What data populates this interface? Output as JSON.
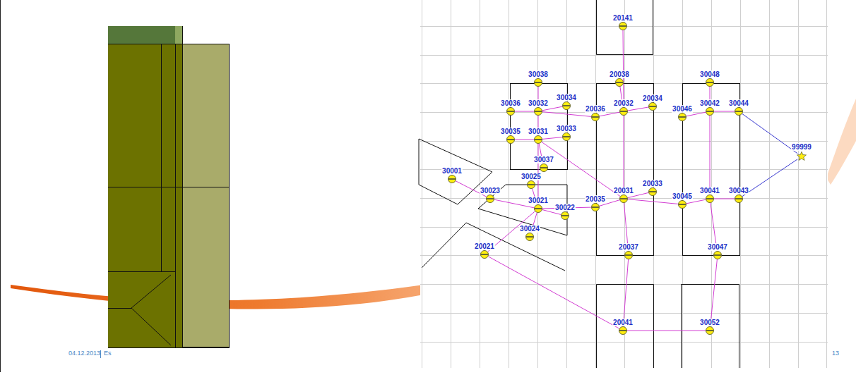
{
  "diagram": {
    "nodes": [
      {
        "text": [
          "20141"
        ]
      },
      {
        "text": [
          "30038"
        ]
      },
      {
        "text": [
          "20038"
        ]
      },
      {
        "text": [
          "30048"
        ]
      },
      {
        "text": [
          "30036"
        ]
      },
      {
        "text": [
          "30032"
        ]
      },
      {
        "text": [
          "30034"
        ]
      },
      {
        "text": [
          "20036"
        ]
      },
      {
        "text": [
          "20032"
        ]
      },
      {
        "text": [
          "20034"
        ]
      },
      {
        "text": [
          "30046"
        ]
      },
      {
        "text": [
          "30042"
        ]
      },
      {
        "text": [
          "30044"
        ]
      },
      {
        "text": [
          "30035"
        ]
      },
      {
        "text": [
          "30031"
        ]
      },
      {
        "text": [
          "30033"
        ]
      },
      {
        "text": [
          "99999"
        ]
      },
      {
        "text": [
          "30037"
        ]
      },
      {
        "text": [
          "30001"
        ]
      },
      {
        "text": [
          "30025"
        ]
      },
      {
        "text": [
          "30023"
        ]
      },
      {
        "text": [
          "20033"
        ]
      },
      {
        "text": [
          "20031"
        ]
      },
      {
        "text": [
          "30041"
        ]
      },
      {
        "text": [
          "30043"
        ]
      },
      {
        "text": [
          "30045"
        ]
      },
      {
        "text": [
          "20035"
        ]
      },
      {
        "text": [
          "30021"
        ]
      },
      {
        "text": [
          "30022"
        ]
      },
      {
        "text": [
          "30024"
        ]
      },
      {
        "text": [
          "20021"
        ]
      },
      {
        "text": [
          "20037"
        ]
      },
      {
        "text": [
          "30047"
        ]
      },
      {
        "text": [
          "20041"
        ]
      },
      {
        "text": [
          "30052"
        ]
      }
    ],
    "edges": [
      {
        "from": 0,
        "to": 8,
        "arrow": "none"
      },
      {
        "from": 2,
        "to": 8,
        "arrow": "none"
      },
      {
        "from": 8,
        "to": 7,
        "arrow": "none"
      },
      {
        "from": 8,
        "to": 9,
        "arrow": "none"
      },
      {
        "from": 8,
        "to": 22,
        "arrow": "none"
      },
      {
        "from": 7,
        "to": 5,
        "arrow": "none"
      },
      {
        "from": 5,
        "to": 1,
        "arrow": "none"
      },
      {
        "from": 5,
        "to": 4,
        "arrow": "none"
      },
      {
        "from": 5,
        "to": 6,
        "arrow": "none"
      },
      {
        "from": 5,
        "to": 14,
        "arrow": "none"
      },
      {
        "from": 14,
        "to": 13,
        "arrow": "none"
      },
      {
        "from": 14,
        "to": 15,
        "arrow": "none"
      },
      {
        "from": 14,
        "to": 17,
        "arrow": "none"
      },
      {
        "from": 14,
        "to": 22,
        "arrow": "none"
      },
      {
        "from": 14,
        "to": 27,
        "arrow": "none"
      },
      {
        "from": 27,
        "to": 19,
        "arrow": "none"
      },
      {
        "from": 27,
        "to": 20,
        "arrow": "none"
      },
      {
        "from": 27,
        "to": 28,
        "arrow": "none"
      },
      {
        "from": 27,
        "to": 29,
        "arrow": "none"
      },
      {
        "from": 27,
        "to": 30,
        "arrow": "none"
      },
      {
        "from": 27,
        "to": 26,
        "arrow": "none"
      },
      {
        "from": 20,
        "to": 18,
        "arrow": "none"
      },
      {
        "from": 26,
        "to": 22,
        "arrow": "none"
      },
      {
        "from": 22,
        "to": 21,
        "arrow": "none"
      },
      {
        "from": 22,
        "to": 31,
        "arrow": "none"
      },
      {
        "from": 22,
        "to": 25,
        "arrow": "none"
      },
      {
        "from": 25,
        "to": 23,
        "arrow": "none"
      },
      {
        "from": 23,
        "to": 24,
        "arrow": "none"
      },
      {
        "from": 23,
        "to": 32,
        "arrow": "none"
      },
      {
        "from": 23,
        "to": 11,
        "arrow": "none"
      },
      {
        "from": 11,
        "to": 10,
        "arrow": "none"
      },
      {
        "from": 11,
        "to": 3,
        "arrow": "none"
      },
      {
        "from": 11,
        "to": 12,
        "arrow": "none"
      },
      {
        "from": 31,
        "to": 33,
        "arrow": "none"
      },
      {
        "from": 30,
        "to": 33,
        "arrow": "none"
      },
      {
        "from": 33,
        "to": 34,
        "arrow": "none"
      },
      {
        "from": 32,
        "to": 34,
        "arrow": "none"
      },
      {
        "from": 12,
        "to": 16,
        "arrow": "none"
      },
      {
        "from": 24,
        "to": 16,
        "arrow": "none"
      }
    ],
    "labels": [
      "04.12.2013",
      "Es",
      "13"
    ]
  }
}
